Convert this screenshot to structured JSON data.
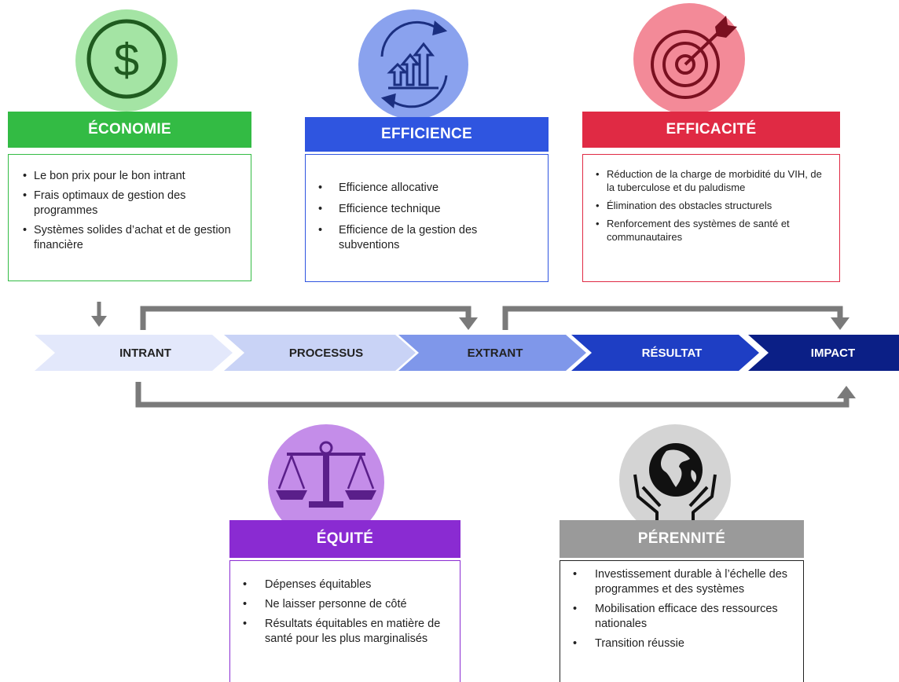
{
  "economie": {
    "title": "ÉCONOMIE",
    "color": "#33bb44",
    "icon": "dollar-icon",
    "items": [
      "Le bon prix pour le bon intrant",
      "Frais optimaux de gestion des programmes",
      "Systèmes solides d’achat et de gestion financière"
    ]
  },
  "efficience": {
    "title": "EFFICIENCE",
    "color": "#2f55e0",
    "icon": "growth-arrows-icon",
    "items": [
      "Efficience allocative",
      "Efficience technique",
      "Efficience de la gestion des subventions"
    ]
  },
  "efficacite": {
    "title": "EFFICACITÉ",
    "color": "#e02a44",
    "icon": "target-icon",
    "items": [
      "Réduction de la charge de morbidité du VIH, de la tuberculose et du paludisme",
      "Élimination des obstacles structurels",
      "Renforcement des systèmes de santé et communautaires"
    ]
  },
  "equite": {
    "title": "ÉQUITÉ",
    "color": "#8a2bd2",
    "icon": "scale-icon",
    "items": [
      "Dépenses équitables",
      "Ne laisser personne de côté",
      "Résultats équitables en matière de santé pour les plus marginalisés"
    ]
  },
  "perennite": {
    "title": "PÉRENNITÉ",
    "color": "#9a9a9a",
    "icon": "globe-hands-icon",
    "items": [
      "Investissement durable à l’échelle des programmes et des systèmes",
      "Mobilisation efficace des ressources nationales",
      "Transition réussie"
    ]
  },
  "chain": [
    {
      "label": "INTRANT",
      "fill": "#e3e8fb",
      "text": "#222222"
    },
    {
      "label": "PROCESSUS",
      "fill": "#c9d3f6",
      "text": "#222222"
    },
    {
      "label": "EXTRANT",
      "fill": "#7f97ea",
      "text": "#222222"
    },
    {
      "label": "RÉSULTAT",
      "fill": "#1e3ec4",
      "text": "#ffffff"
    },
    {
      "label": "IMPACT",
      "fill": "#0b1f86",
      "text": "#ffffff"
    }
  ]
}
